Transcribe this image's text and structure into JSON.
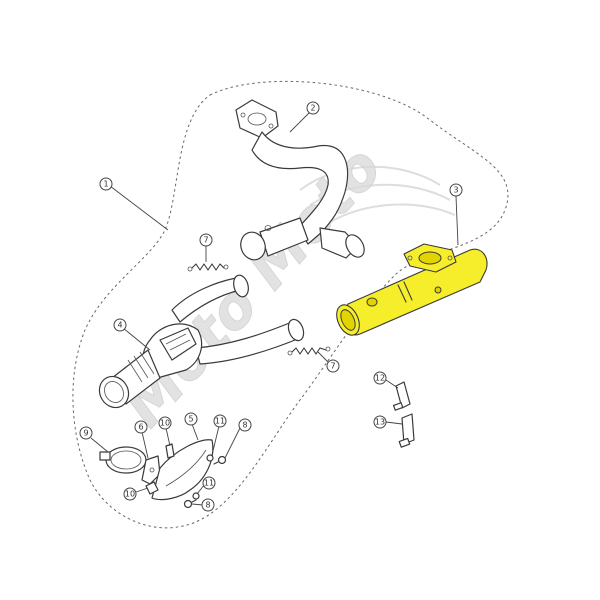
{
  "watermark": {
    "text": "Moto Moto"
  },
  "callouts": {
    "c1": "1",
    "c2": "2",
    "c3": "3",
    "c4": "4",
    "c5": "5",
    "c6": "6",
    "c7a": "7",
    "c7b": "7",
    "c8a": "8",
    "c8b": "8",
    "c9": "9",
    "c10a": "10",
    "c10b": "10",
    "c11a": "11",
    "c11b": "11",
    "c12": "12",
    "c13": "13"
  },
  "colors": {
    "highlight": "#f6ee2a",
    "line": "#3a3a3a"
  }
}
